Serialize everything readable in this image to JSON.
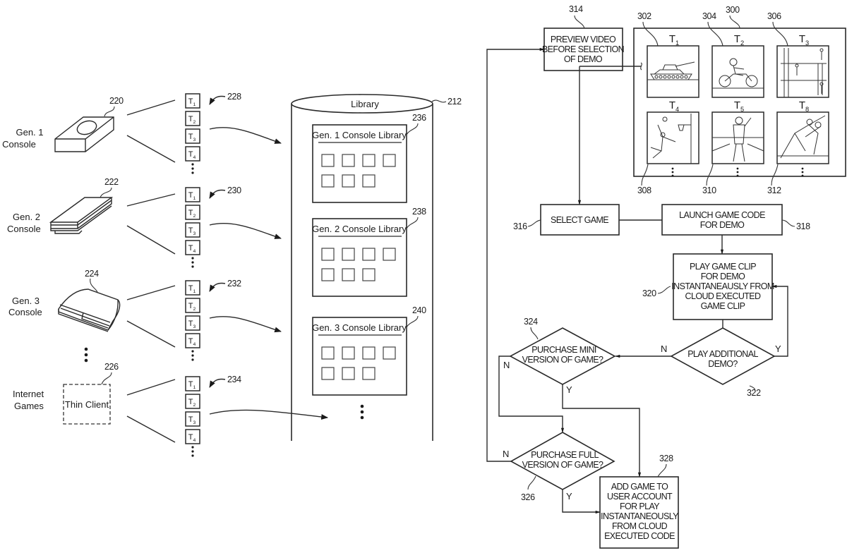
{
  "left_figure": {
    "sources": [
      {
        "ref": "220",
        "label_line1": "Gen. 1",
        "label_line2": "Console",
        "device": "gen1-console-icon"
      },
      {
        "ref": "222",
        "label_line1": "Gen. 2",
        "label_line2": "Console",
        "device": "gen2-console-icon"
      },
      {
        "ref": "224",
        "label_line1": "Gen. 3",
        "label_line2": "Console",
        "device": "gen3-console-icon"
      },
      {
        "ref": "226",
        "label_line1": "Internet",
        "label_line2": "Games",
        "device": "thin-client-box",
        "box_text": "Thin Client"
      }
    ],
    "title_stacks": [
      {
        "ref": "228",
        "titles": [
          "T",
          "T",
          "T",
          "T"
        ],
        "subs": [
          "1",
          "2",
          "3",
          "4"
        ]
      },
      {
        "ref": "230",
        "titles": [
          "T",
          "T",
          "T",
          "T"
        ],
        "subs": [
          "1",
          "2",
          "3",
          "4"
        ]
      },
      {
        "ref": "232",
        "titles": [
          "T",
          "T",
          "T",
          "T"
        ],
        "subs": [
          "1",
          "2",
          "3",
          "4"
        ]
      },
      {
        "ref": "234",
        "titles": [
          "T",
          "T",
          "T",
          "T"
        ],
        "subs": [
          "1",
          "2",
          "3",
          "4"
        ]
      }
    ],
    "library": {
      "ref": "212",
      "title": "Library",
      "sections": [
        {
          "ref": "236",
          "title": "Gen. 1 Console Library",
          "items": 7
        },
        {
          "ref": "238",
          "title": "Gen. 2 Console Library",
          "items": 7
        },
        {
          "ref": "240",
          "title": "Gen. 3 Console Library",
          "items": 7
        }
      ]
    }
  },
  "right_figure": {
    "grid": {
      "ref": "300",
      "tiles": [
        {
          "ref": "302",
          "title": "T",
          "sub": "1",
          "image": "tank-icon"
        },
        {
          "ref": "304",
          "title": "T",
          "sub": "2",
          "image": "motorcycle-icon"
        },
        {
          "ref": "306",
          "title": "T",
          "sub": "3",
          "image": "ladder-platform-icon"
        },
        {
          "ref": "308",
          "title": "T",
          "sub": "4",
          "image": "basketball-icon"
        },
        {
          "ref": "310",
          "title": "T",
          "sub": "5",
          "image": "football-icon"
        },
        {
          "ref": "312",
          "title": "T",
          "sub": "8",
          "image": "football-tackle-icon"
        }
      ]
    },
    "steps": {
      "preview": {
        "ref": "314",
        "lines": [
          "PREVIEW VIDEO",
          "BEFORE SELECTION",
          "OF DEMO"
        ]
      },
      "select": {
        "ref": "316",
        "lines": [
          "SELECT GAME"
        ]
      },
      "launch": {
        "ref": "318",
        "lines": [
          "LAUNCH GAME CODE",
          "FOR DEMO"
        ]
      },
      "play": {
        "ref": "320",
        "lines": [
          "PLAY GAME CLIP",
          "FOR DEMO",
          "INSTANTANEAUSLY FROM",
          "CLOUD EXECUTED",
          "GAME CLIP"
        ]
      },
      "play_additional": {
        "ref": "322",
        "lines": [
          "PLAY ADDITIONAL",
          "DEMO?"
        ]
      },
      "purchase_mini": {
        "ref": "324",
        "lines": [
          "PURCHASE MINI",
          "VERSION OF GAME?"
        ]
      },
      "purchase_full": {
        "ref": "326",
        "lines": [
          "PURCHASE FULL",
          "VERSION OF GAME?"
        ]
      },
      "add_game": {
        "ref": "328",
        "lines": [
          "ADD GAME TO",
          "USER ACCOUNT",
          "FOR PLAY",
          "INSTANTANEOUSLY",
          "FROM CLOUD",
          "EXECUTED CODE"
        ]
      }
    },
    "branch_labels": {
      "yes": "Y",
      "no": "N"
    }
  }
}
